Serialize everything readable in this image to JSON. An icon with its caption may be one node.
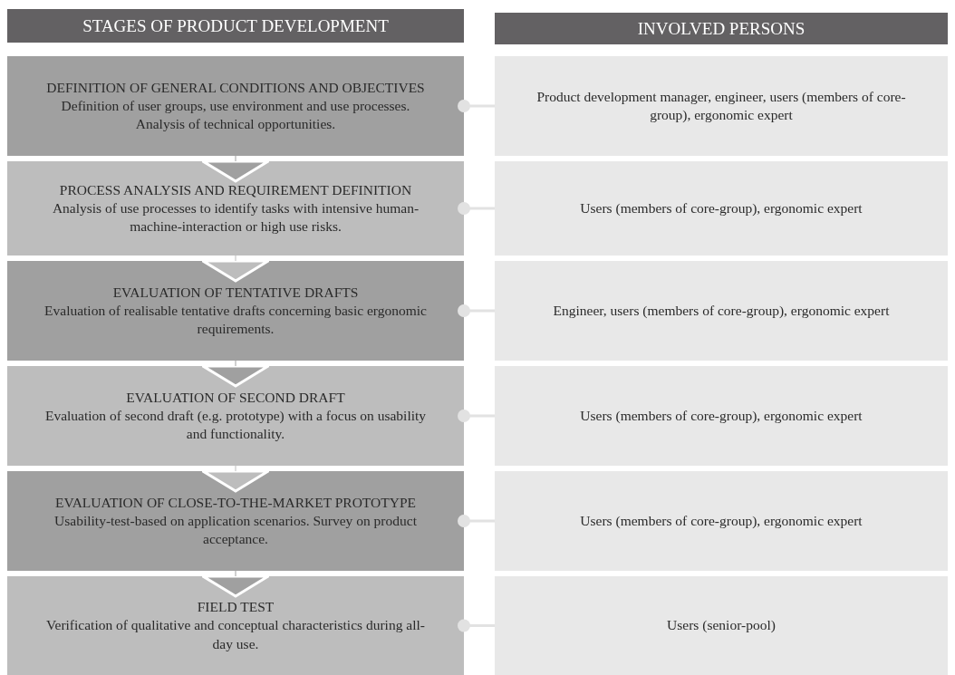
{
  "diagram": {
    "nodes": [
      {
        "text": [
          "STAGES OF PRODUCT DEVELOPMENT"
        ]
      },
      {
        "text": [
          "INVOLVED PERSONS"
        ]
      },
      {
        "text": [
          "DEFINITION OF GENERAL CONDITIONS AND OBJECTIVES",
          "Definition of user groups, use environment and use processes. Analysis of technical opportunities."
        ]
      },
      {
        "text": [
          "Product development manager, engineer, users (members of core-group), ergonomic expert"
        ]
      },
      {
        "text": [
          "PROCESS ANALYSIS AND REQUIREMENT DEFINITION",
          "Analysis of use processes to identify tasks with intensive human-machine-interaction or high use risks."
        ]
      },
      {
        "text": [
          "Users (members of core-group), ergonomic expert"
        ]
      },
      {
        "text": [
          "EVALUATION OF TENTATIVE DRAFTS",
          "Evaluation of realisable tentative drafts concerning basic ergonomic requirements."
        ]
      },
      {
        "text": [
          "Engineer, users (members of core-group), ergonomic expert"
        ]
      },
      {
        "text": [
          "EVALUATION OF SECOND DRAFT",
          "Evaluation of second draft (e.g. prototype) with a focus on usability and functionality."
        ]
      },
      {
        "text": [
          "Users (members of core-group), ergonomic expert"
        ]
      },
      {
        "text": [
          "EVALUATION OF CLOSE-TO-THE-MARKET PROTOTYPE",
          "Usability-test-based on application scenarios. Survey on product acceptance."
        ]
      },
      {
        "text": [
          "Users (members of core-group), ergonomic expert"
        ]
      },
      {
        "text": [
          "FIELD TEST",
          "Verification of qualitative and conceptual characteristics during all-day use."
        ]
      },
      {
        "text": [
          "Users (senior-pool)"
        ]
      }
    ],
    "edges": [
      {
        "from": 2,
        "to": 3,
        "arrow": "other"
      },
      {
        "from": 4,
        "to": 5,
        "arrow": "other"
      },
      {
        "from": 6,
        "to": 7,
        "arrow": "other"
      },
      {
        "from": 8,
        "to": 9,
        "arrow": "other"
      },
      {
        "from": 10,
        "to": 11,
        "arrow": "other"
      },
      {
        "from": 12,
        "to": 13,
        "arrow": "other"
      },
      {
        "from": 2,
        "to": 4,
        "arrow": "to"
      },
      {
        "from": 4,
        "to": 6,
        "arrow": "to"
      },
      {
        "from": 6,
        "to": 8,
        "arrow": "to"
      },
      {
        "from": 8,
        "to": 10,
        "arrow": "to"
      },
      {
        "from": 10,
        "to": 12,
        "arrow": "to"
      }
    ]
  }
}
